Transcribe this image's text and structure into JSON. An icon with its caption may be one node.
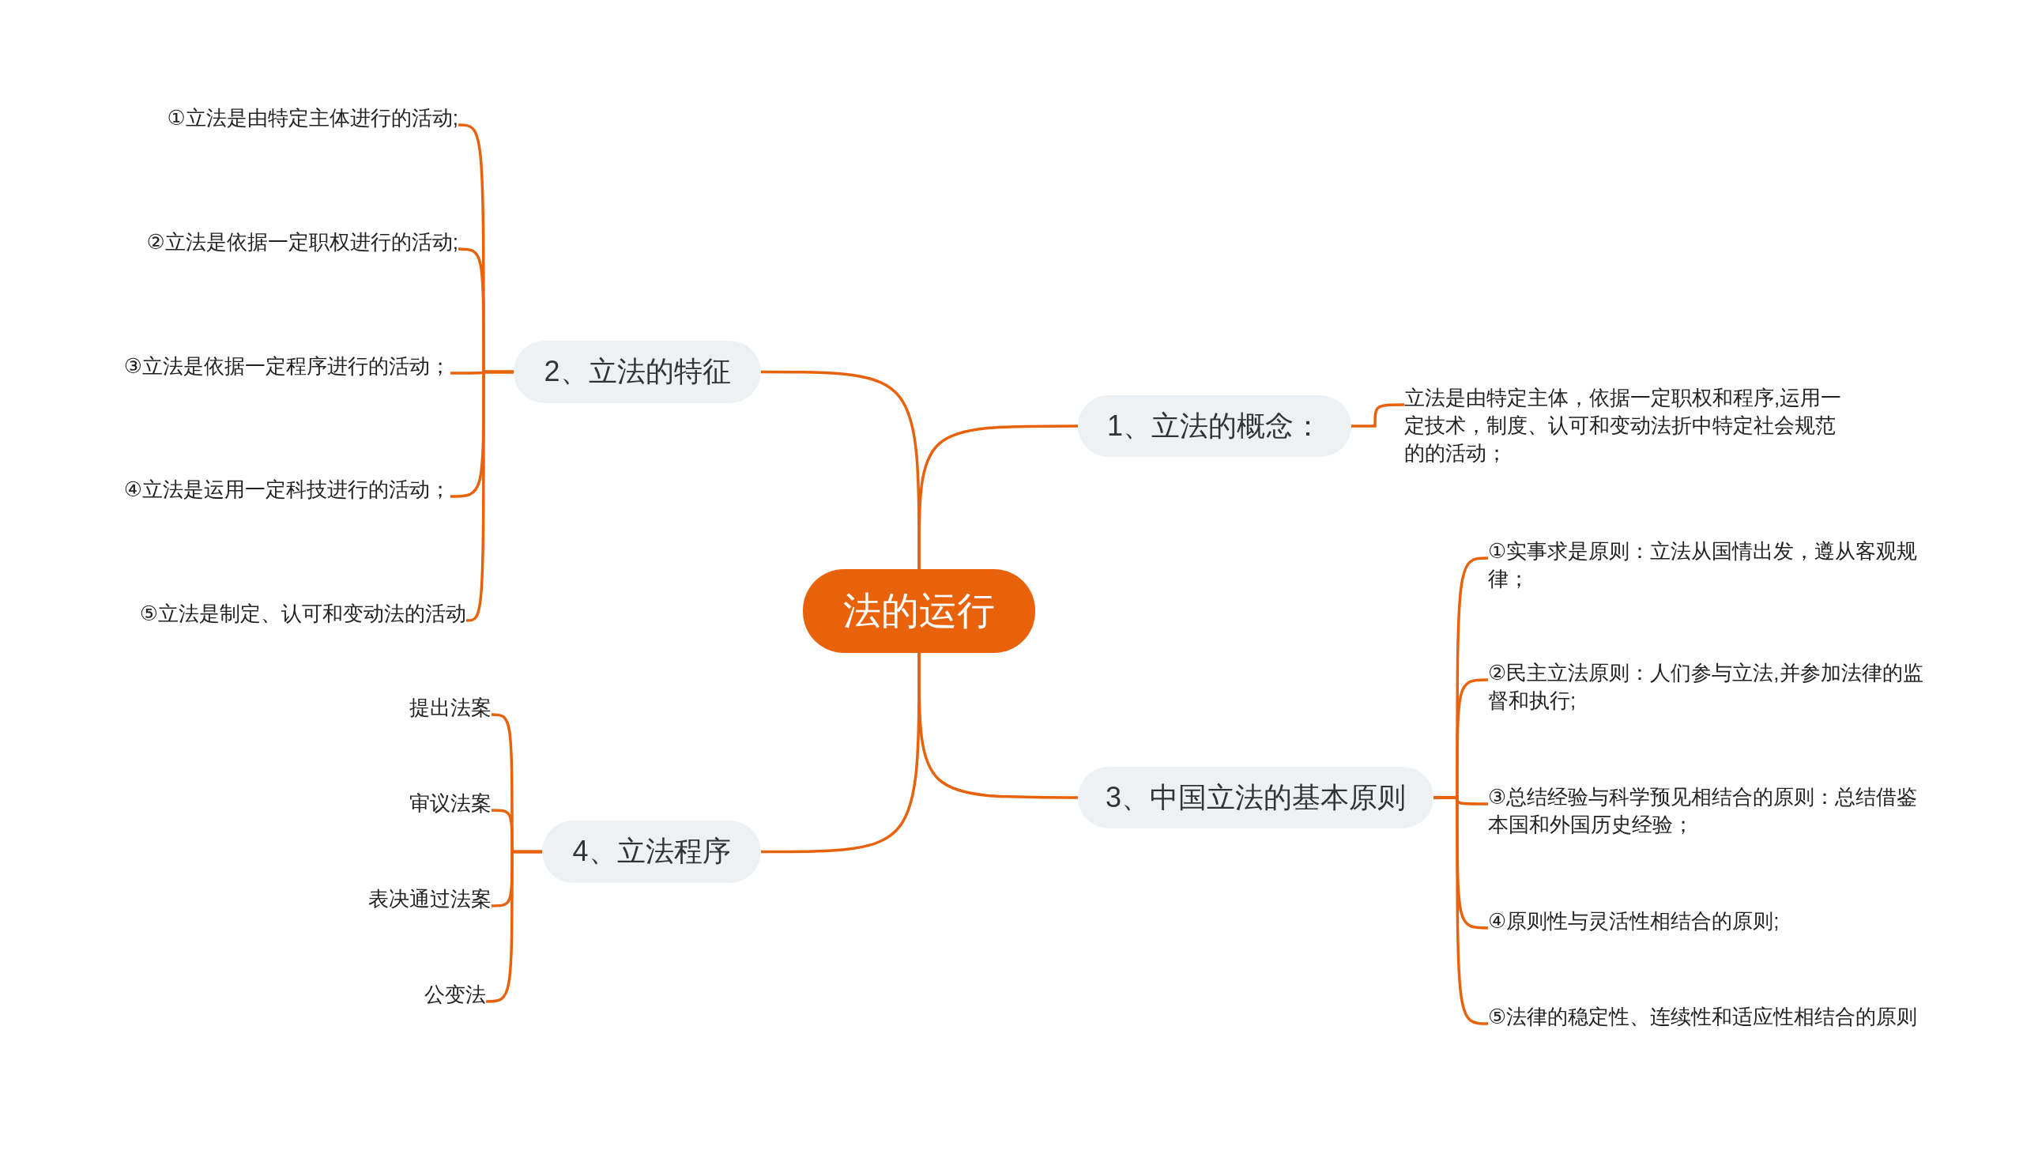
{
  "diagram": {
    "nodes": [
      {
        "text": [
          "法的运行"
        ]
      },
      {
        "text": [
          "1、立法的概念："
        ]
      },
      {
        "text": [
          "立法是由特定主体，依据一定职权和程序,运用一定技术，制度、认可和变动法折中特定社会规范的的活动；"
        ]
      },
      {
        "text": [
          "2、立法的特征"
        ]
      },
      {
        "text": [
          "①立法是由特定主体进行的活动;"
        ]
      },
      {
        "text": [
          "②立法是依据一定职权进行的活动;"
        ]
      },
      {
        "text": [
          "③立法是依据一定程序进行的活动；"
        ]
      },
      {
        "text": [
          "④立法是运用一定科技进行的活动；"
        ]
      },
      {
        "text": [
          "⑤立法是制定、认可和变动法的活动"
        ]
      },
      {
        "text": [
          "3、中国立法的基本原则"
        ]
      },
      {
        "text": [
          "①实事求是原则：立法从国情出发，遵从客观规律；"
        ]
      },
      {
        "text": [
          "②民主立法原则：人们参与立法,并参加法律的监督和执行;"
        ]
      },
      {
        "text": [
          "③总结经验与科学预见相结合的原则：总结借鉴本国和外国历史经验；"
        ]
      },
      {
        "text": [
          "④原则性与灵活性相结合的原则;"
        ]
      },
      {
        "text": [
          "⑤法律的稳定性、连续性和适应性相结合的原则"
        ]
      },
      {
        "text": [
          "4、立法程序"
        ]
      },
      {
        "text": [
          "提出法案"
        ]
      },
      {
        "text": [
          "审议法案"
        ]
      },
      {
        "text": [
          "表决通过法案"
        ]
      },
      {
        "text": [
          "公变法"
        ]
      }
    ],
    "edges": [
      {
        "from": 0,
        "to": 1,
        "arrow": "none"
      },
      {
        "from": 1,
        "to": 2,
        "arrow": "none"
      },
      {
        "from": 0,
        "to": 3,
        "arrow": "none"
      },
      {
        "from": 3,
        "to": 4,
        "arrow": "none"
      },
      {
        "from": 3,
        "to": 5,
        "arrow": "none"
      },
      {
        "from": 3,
        "to": 6,
        "arrow": "none"
      },
      {
        "from": 3,
        "to": 7,
        "arrow": "none"
      },
      {
        "from": 3,
        "to": 8,
        "arrow": "none"
      },
      {
        "from": 0,
        "to": 9,
        "arrow": "none"
      },
      {
        "from": 9,
        "to": 10,
        "arrow": "none"
      },
      {
        "from": 9,
        "to": 11,
        "arrow": "none"
      },
      {
        "from": 9,
        "to": 12,
        "arrow": "none"
      },
      {
        "from": 9,
        "to": 13,
        "arrow": "none"
      },
      {
        "from": 9,
        "to": 14,
        "arrow": "none"
      },
      {
        "from": 0,
        "to": 15,
        "arrow": "none"
      },
      {
        "from": 15,
        "to": 16,
        "arrow": "none"
      },
      {
        "from": 15,
        "to": 17,
        "arrow": "none"
      },
      {
        "from": 15,
        "to": 18,
        "arrow": "none"
      },
      {
        "from": 15,
        "to": 19,
        "arrow": "none"
      }
    ]
  }
}
